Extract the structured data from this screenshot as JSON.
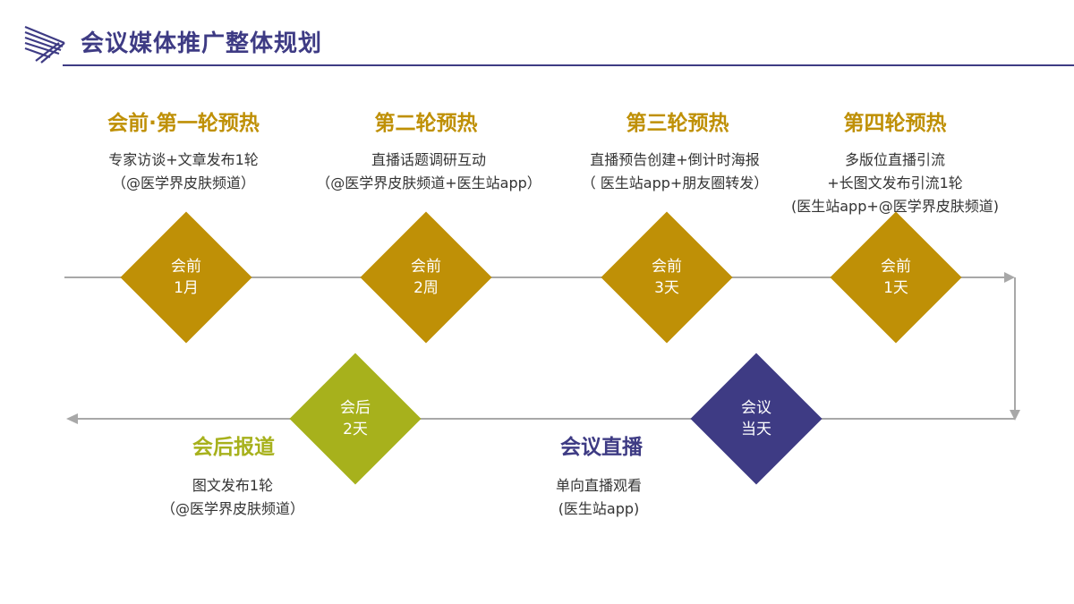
{
  "header": {
    "title": "会议媒体推广整体规划"
  },
  "colors": {
    "gold": "#bf9006",
    "olive": "#a7b11c",
    "navy": "#3e3b84",
    "line": "#a8a8a8"
  },
  "stages": [
    {
      "title": "会前·第一轮预热",
      "line1": "专家访谈+文章发布1轮",
      "line2": "（@医学界皮肤频道）",
      "line3": "",
      "diamond": [
        "会前",
        "1月"
      ]
    },
    {
      "title": "第二轮预热",
      "line1": "直播话题调研互动",
      "line2": "（@医学界皮肤频道+医生站app）",
      "line3": "",
      "diamond": [
        "会前",
        "2周"
      ]
    },
    {
      "title": "第三轮预热",
      "line1": "直播预告创建+倒计时海报",
      "line2": "（ 医生站app+朋友圈转发）",
      "line3": "",
      "diamond": [
        "会前",
        "3天"
      ]
    },
    {
      "title": "第四轮预热",
      "line1": "多版位直播引流",
      "line2": "+长图文发布引流1轮",
      "line3": "(医生站app+@医学界皮肤频道)",
      "diamond": [
        "会前",
        "1天"
      ]
    },
    {
      "title": "会议直播",
      "line1": "单向直播观看",
      "line2": "(医生站app)",
      "line3": "",
      "diamond": [
        "会议",
        "当天"
      ]
    },
    {
      "title": "会后报道",
      "line1": "图文发布1轮",
      "line2": "（@医学界皮肤频道）",
      "line3": "",
      "diamond": [
        "会后",
        "2天"
      ]
    }
  ]
}
